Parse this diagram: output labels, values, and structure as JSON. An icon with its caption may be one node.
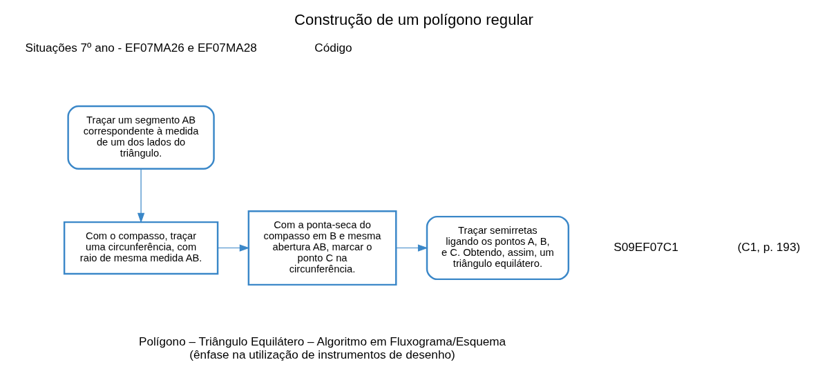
{
  "diagram": {
    "title": "Construção de um polígono regular",
    "caption": "Polígono – Triângulo Equilátero – Algoritmo em Fluxograma/Esquema (ênfase na utilização de instrumentos de desenho)",
    "nodes": [
      {
        "text": [
          "Traçar um segmento AB correspondente à medida de um dos lados do triângulo."
        ]
      },
      {
        "text": [
          "Com o compasso, traçar uma circunferência, com raio de mesma medida AB."
        ]
      },
      {
        "text": [
          "Com a ponta-seca do compasso em B e mesma abertura AB, marcar o ponto C na circunferência."
        ]
      },
      {
        "text": [
          "Traçar semirretas ligando os pontos A, B, e C. Obtendo, assim, um triângulo equilátero."
        ]
      }
    ],
    "edges": [
      {
        "from": 0,
        "to": 1,
        "arrow": "to"
      },
      {
        "from": 1,
        "to": 2,
        "arrow": "to"
      },
      {
        "from": 2,
        "to": 3,
        "arrow": "to"
      }
    ],
    "labels": [
      "Situações 7º ano - EF07MA26 e EF07MA28",
      "Código",
      "S09EF07C1",
      "(C1, p. 193)"
    ]
  }
}
